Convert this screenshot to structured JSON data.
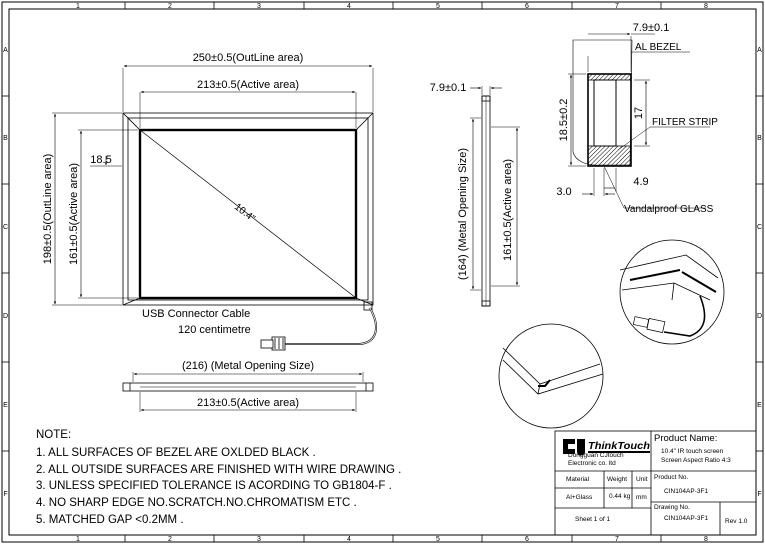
{
  "grid": {
    "cols": [
      "1",
      "2",
      "3",
      "4",
      "5",
      "6",
      "7",
      "8"
    ],
    "rows": [
      "A",
      "B",
      "C",
      "D",
      "E",
      "F"
    ]
  },
  "front": {
    "outline_width": "250±0.5(OutLine area)",
    "active_width": "213±0.5(Active area)",
    "outline_height": "198±0.5(OutLine area)",
    "active_height": "161±0.5(Active area)",
    "offset": "18.5",
    "diagonal": "10.4\"",
    "cable_line1": "USB Connector Cable",
    "cable_line2": "120 centimetre"
  },
  "bottom_view": {
    "metal_opening": "(216) (Metal Opening Size)",
    "active": "213±0.5(Active area)"
  },
  "side_view": {
    "thickness": "7.9±0.1",
    "metal_opening": "(164) (Metal Opening Size)",
    "active": "161±0.5(Active area)"
  },
  "section": {
    "thickness": "7.9±0.1",
    "bezel": "AL BEZEL",
    "height": "18.5±0.2",
    "inner": "17",
    "filter": "FILTER STRIP",
    "glass_offset": "3.0",
    "glass_thk": "4.9",
    "glass": "Vandalproof GLASS"
  },
  "notes": {
    "title": "NOTE:",
    "items": [
      "1. ALL SURFACES OF BEZEL ARE OXLDED BLACK .",
      "2. ALL OUTSIDE SURFACES ARE FINISHED WITH WIRE DRAWING .",
      "3. UNLESS SPECIFIED TOLERANCE IS ACORDING TO GB1804-F .",
      "4. NO SHARP EDGE NO.SCRATCH.NO.CHROMATISM ETC .",
      "5. MATCHED GAP <0.2MM ."
    ]
  },
  "title_block": {
    "logo": "ThinkTouch",
    "company_line1": "Dongguan CJtouch",
    "company_line2": "Electronic co. ltd",
    "product_name_label": "Product Name:",
    "product_name_line1": "10.4\" IR touch screen",
    "product_name_line2": "Screen Aspect Ratio   4:3",
    "material_label": "Material",
    "weight_label": "Weight",
    "unit_label": "Unit",
    "material_value": "Al+Glass",
    "weight_value": "0.44 kg",
    "unit_value": "mm",
    "product_no_label": "Product No.",
    "product_no_value": "CIN104AP-3F1",
    "drawing_no_label": "Drawing No.",
    "drawing_no_value": "CIN104AP-3F1",
    "sheet": "Sheet 1 of 1",
    "rev": "Rev 1.0"
  }
}
